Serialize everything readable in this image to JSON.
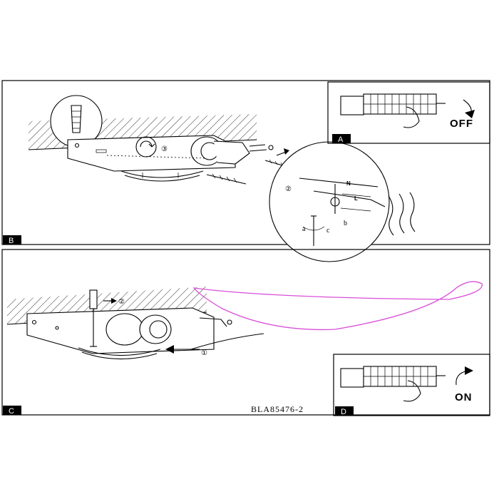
{
  "panels": [
    {
      "id": "B",
      "badge": "B"
    },
    {
      "id": "A",
      "badge": "A",
      "state_label": "OFF"
    },
    {
      "id": "C",
      "badge": "C"
    },
    {
      "id": "D",
      "badge": "D",
      "state_label": "ON"
    }
  ],
  "step_callouts": {
    "one": "①",
    "two": "②",
    "three": "③"
  },
  "wire_labels": {
    "n": "N",
    "l": "L"
  },
  "screw_labels": {
    "a": "a",
    "b": "b",
    "c": "c"
  },
  "document_code": "BLA85476-2",
  "colors": {
    "ink": "#000000",
    "annotation": "#d94fd9",
    "paper": "#ffffff"
  }
}
